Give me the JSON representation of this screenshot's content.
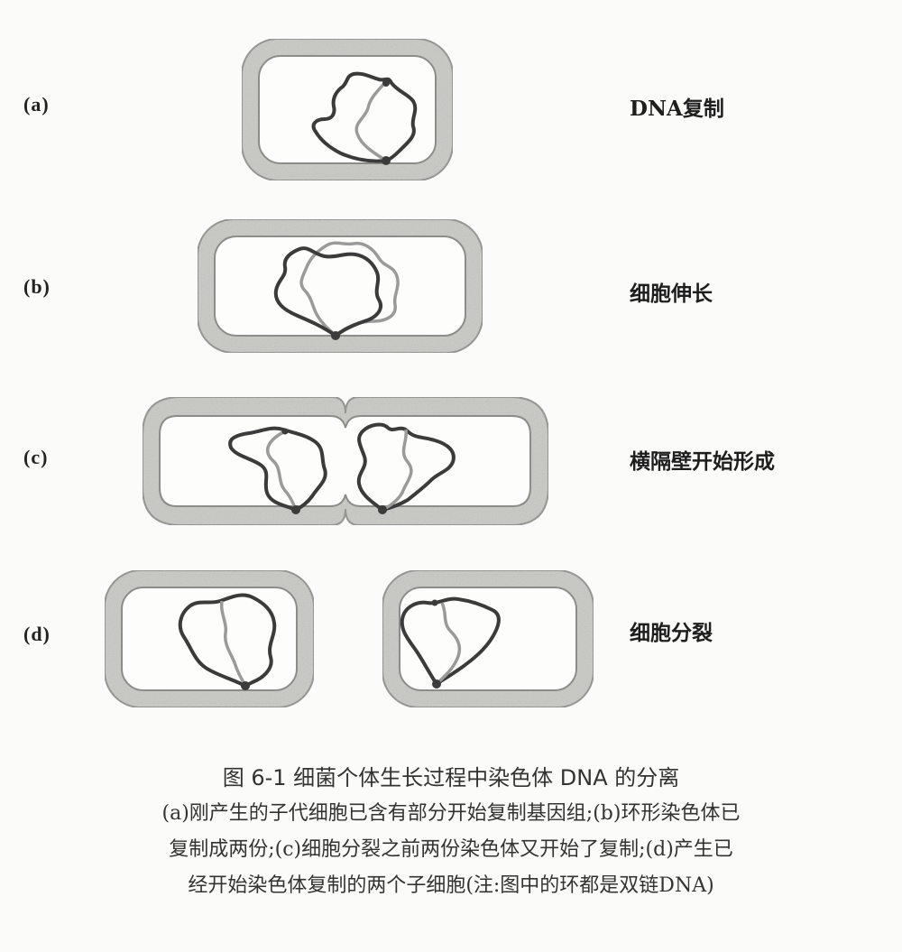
{
  "rows": [
    {
      "tag": "(a)",
      "stage": "DNA复制"
    },
    {
      "tag": "(b)",
      "stage": "细胞伸长"
    },
    {
      "tag": "(c)",
      "stage": "横隔壁开始形成"
    },
    {
      "tag": "(d)",
      "stage": "细胞分裂"
    }
  ],
  "caption": {
    "title": "图 6-1   细菌个体生长过程中染色体 DNA 的分离",
    "line1": "(a)刚产生的子代细胞已含有部分开始复制基因组;(b)环形染色体已",
    "line2": "复制成两份;(c)细胞分裂之前两份染色体又开始了复制;(d)产生已",
    "line3": "经开始染色体复制的两个子细胞(注:图中的环都是双链DNA)"
  },
  "colors": {
    "wall": "#c9c9c5",
    "wall_edge": "#8c8c88",
    "dna_dark": "#3b3b3b",
    "dna_light": "#9a9a9a"
  }
}
